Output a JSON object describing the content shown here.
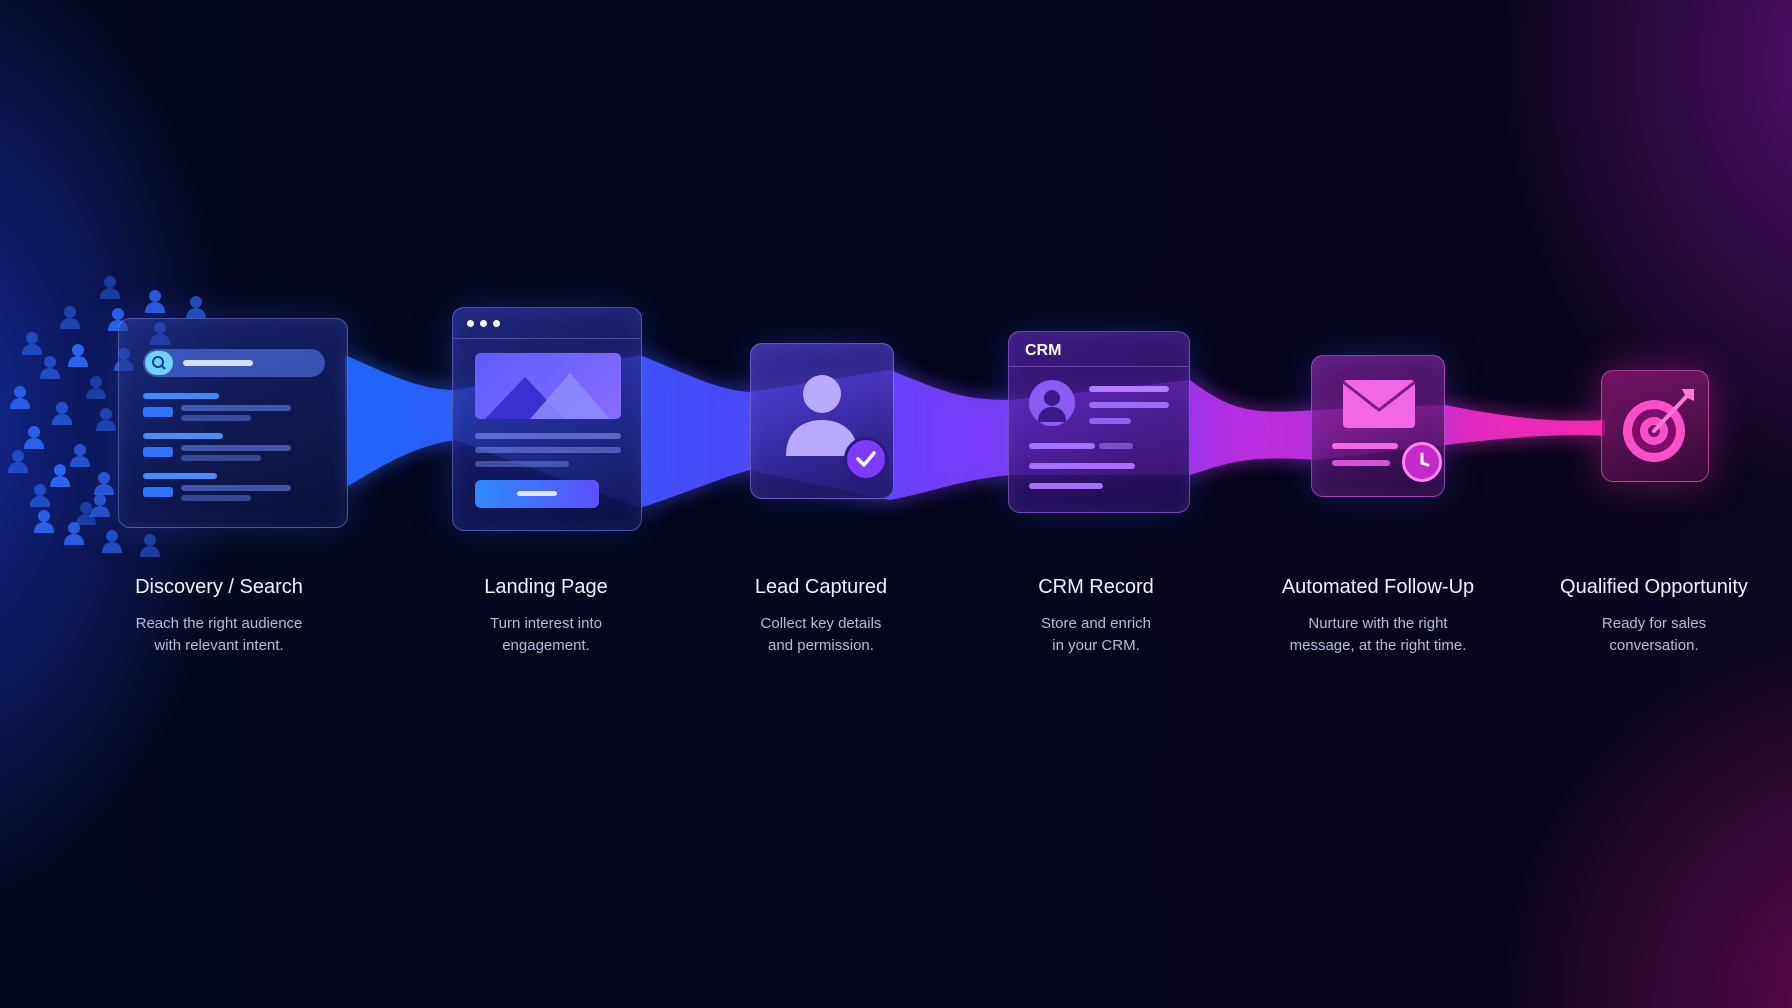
{
  "stages": [
    {
      "title": "Discovery / Search",
      "desc_line1": "Reach the right audience",
      "desc_line2": "with relevant intent.",
      "icon": "search-results-icon",
      "color": "#2f6dff"
    },
    {
      "title": "Landing Page",
      "desc_line1": "Turn interest into",
      "desc_line2": "engagement.",
      "icon": "landing-page-icon",
      "color": "#4b55ff"
    },
    {
      "title": "Lead Captured",
      "desc_line1": "Collect key details",
      "desc_line2": "and permission.",
      "icon": "user-check-icon",
      "color": "#7a4cff"
    },
    {
      "title": "CRM Record",
      "desc_line1": "Store and enrich",
      "desc_line2": "in your CRM.",
      "icon": "crm-contact-icon",
      "color": "#9a3cf2",
      "card_label": "CRM"
    },
    {
      "title": "Automated Follow-Up",
      "desc_line1": "Nurture with the right",
      "desc_line2": "message, at the right time.",
      "icon": "envelope-clock-icon",
      "color": "#d82cd8"
    },
    {
      "title": "Qualified Opportunity",
      "desc_line1": "Ready for sales",
      "desc_line2": "conversation.",
      "icon": "target-icon",
      "color": "#ff2ab8"
    }
  ],
  "colors": {
    "start": "#1f6bff",
    "mid": "#7b3cff",
    "end": "#ff2ab0",
    "background": "#04051a"
  }
}
